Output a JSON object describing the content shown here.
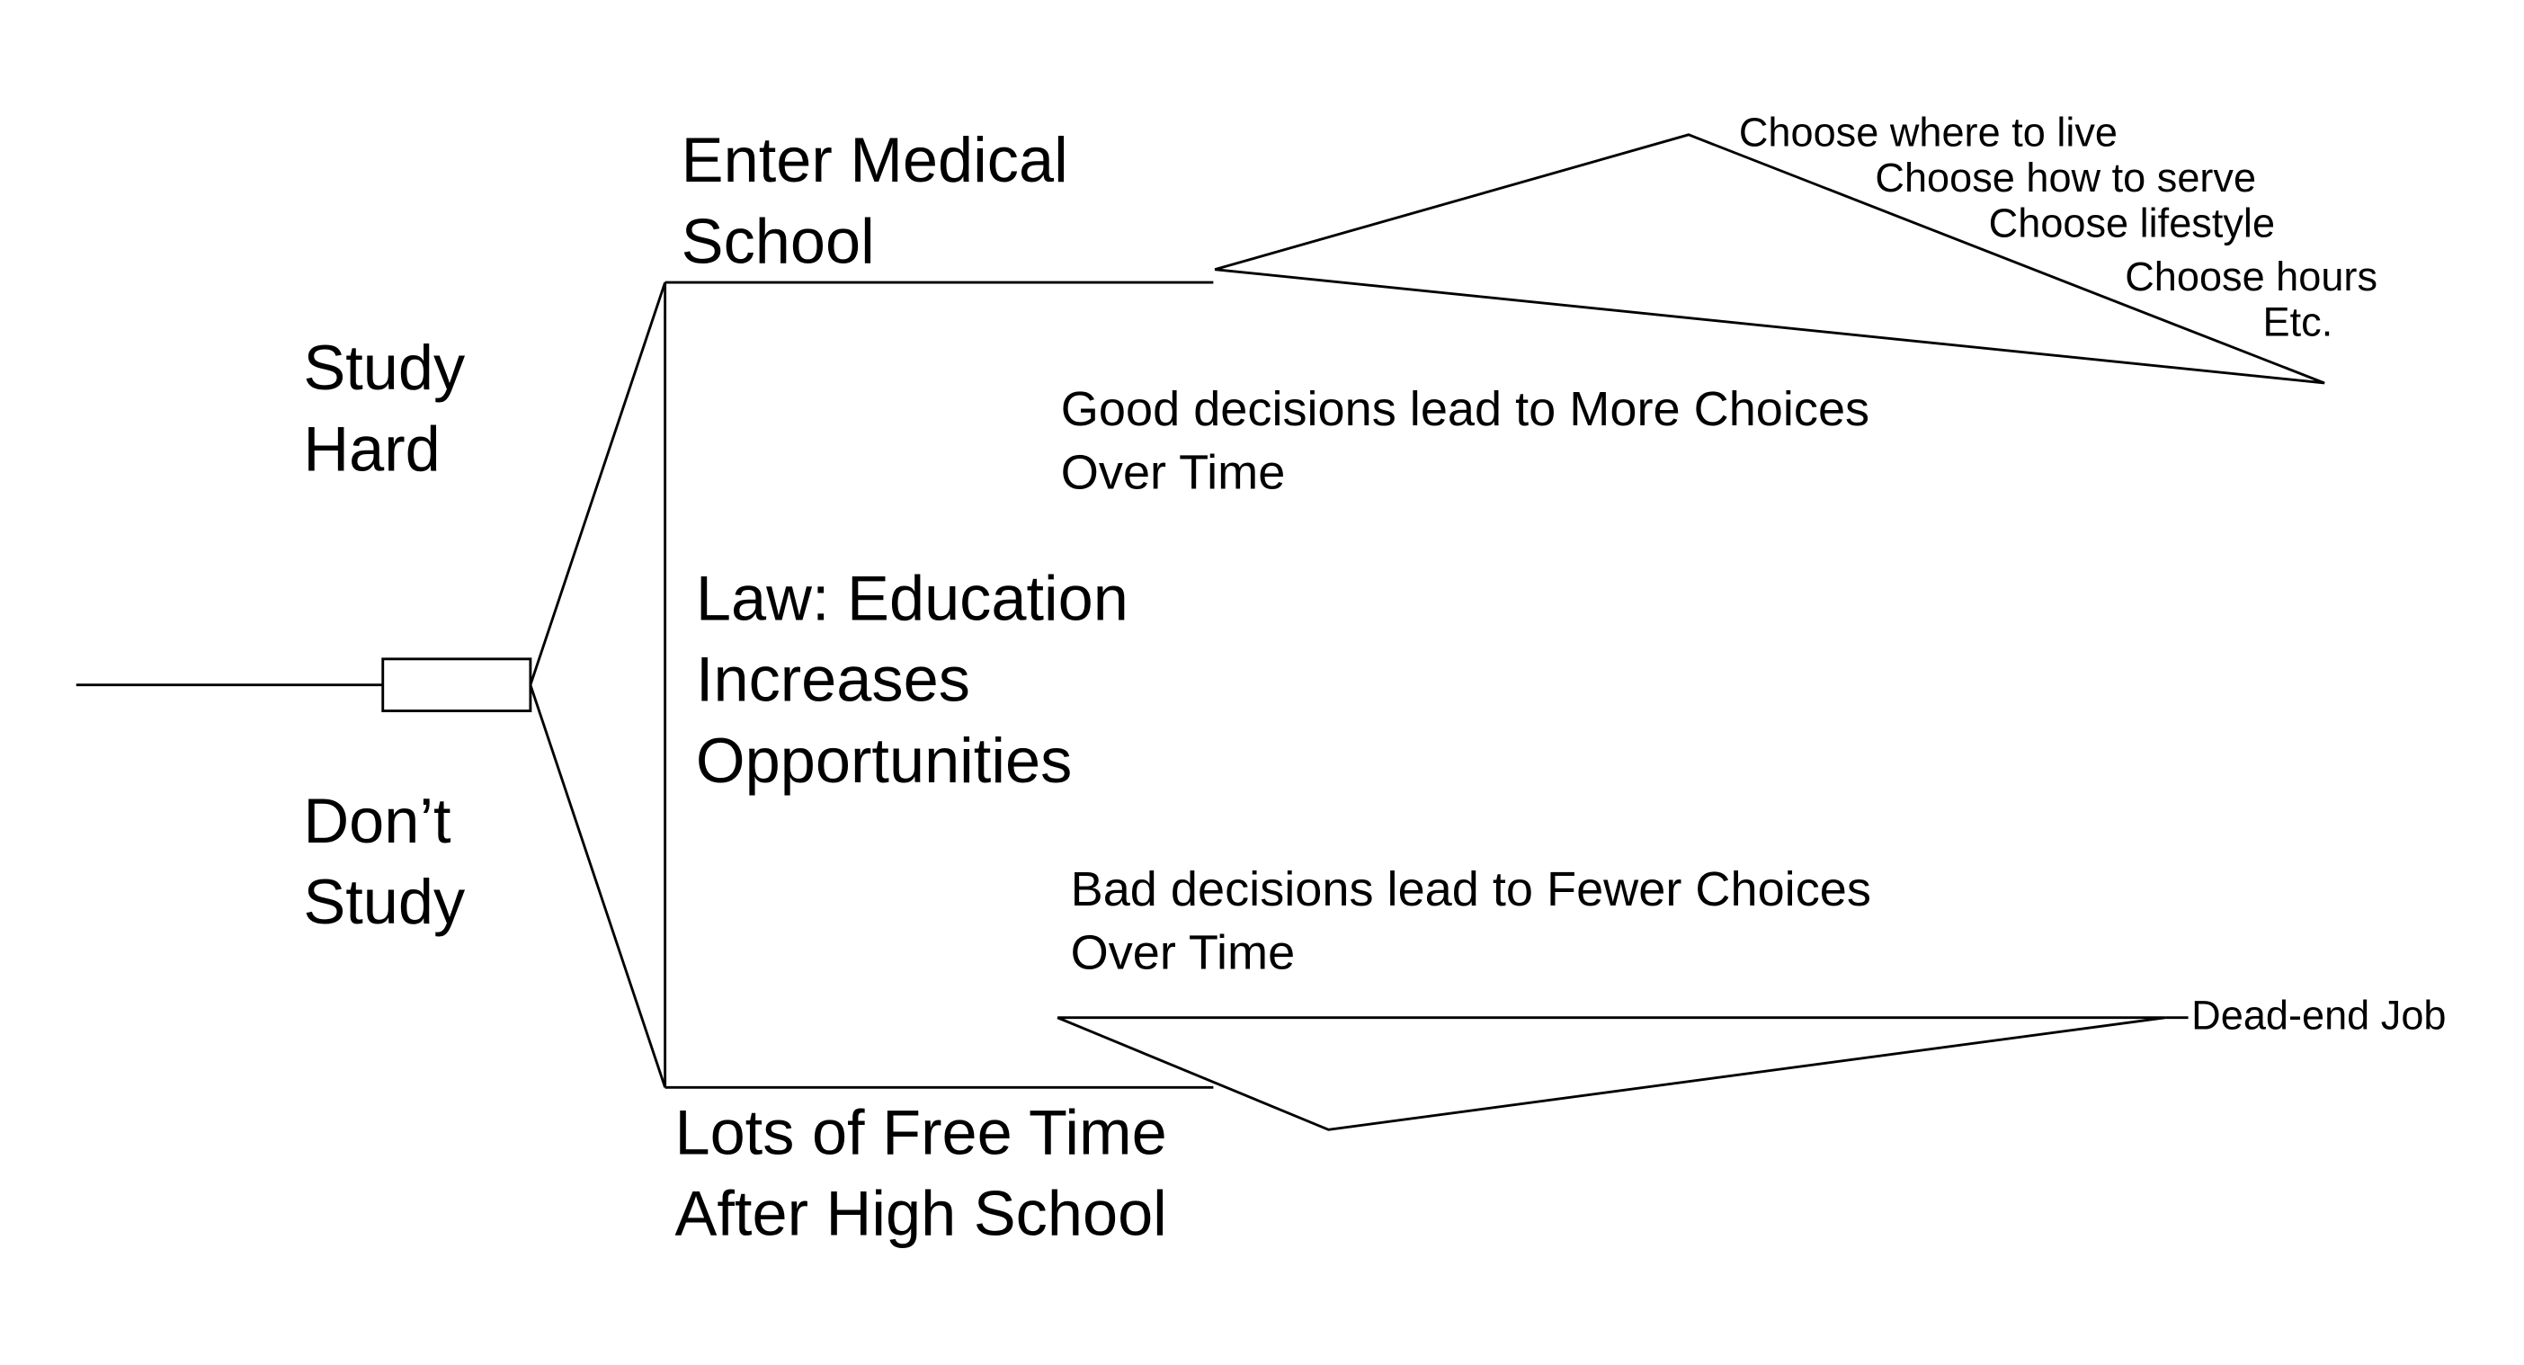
{
  "diagram": {
    "type": "decision-tree",
    "root_branches": {
      "upper": [
        "Study",
        "Hard"
      ],
      "lower": [
        "Don’t",
        "Study"
      ]
    },
    "upper_outcome": [
      "Enter Medical",
      "School"
    ],
    "lower_outcome": [
      "Lots of Free Time",
      "After High School"
    ],
    "center_law": [
      "Law: Education",
      "Increases",
      "Opportunities"
    ],
    "good_caption": [
      "Good decisions lead to More Choices",
      "Over Time"
    ],
    "bad_caption": [
      "Bad decisions lead to Fewer Choices",
      "Over Time"
    ],
    "good_choices": [
      "Choose where to live",
      "Choose how to serve",
      "Choose lifestyle",
      "Choose hours",
      "Etc."
    ],
    "bad_result": "Dead-end Job",
    "colors": {
      "line": "#000000",
      "text": "#000000",
      "background": "#ffffff"
    }
  }
}
